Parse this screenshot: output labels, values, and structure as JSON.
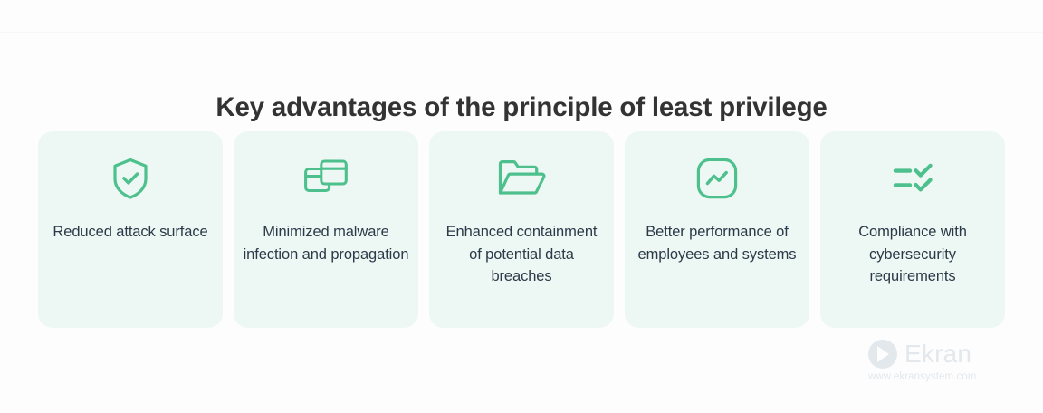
{
  "page": {
    "background_color": "#fdfdfd",
    "title": "Key advantages of the principle of least privilege",
    "title_color": "#333333"
  },
  "theme": {
    "card_background": "#edf8f4",
    "icon_color": "#4ec08d",
    "card_text_color": "#2b3948",
    "watermark_color": "#e3e8ec"
  },
  "cards": [
    {
      "icon": "shield-check-icon",
      "label": "Reduced attack surface"
    },
    {
      "icon": "overlapping-windows-icon",
      "label": "Minimized malware infection and propagation"
    },
    {
      "icon": "open-folder-icon",
      "label": "Enhanced containment of potential data breaches"
    },
    {
      "icon": "performance-trend-icon",
      "label": "Better performance of employees and systems"
    },
    {
      "icon": "checklist-icon",
      "label": "Compliance with cybersecurity requirements"
    }
  ],
  "watermark": {
    "brand": "Ekran",
    "url": "www.ekransystem.com",
    "logo": "ekran-chevron-logo"
  }
}
